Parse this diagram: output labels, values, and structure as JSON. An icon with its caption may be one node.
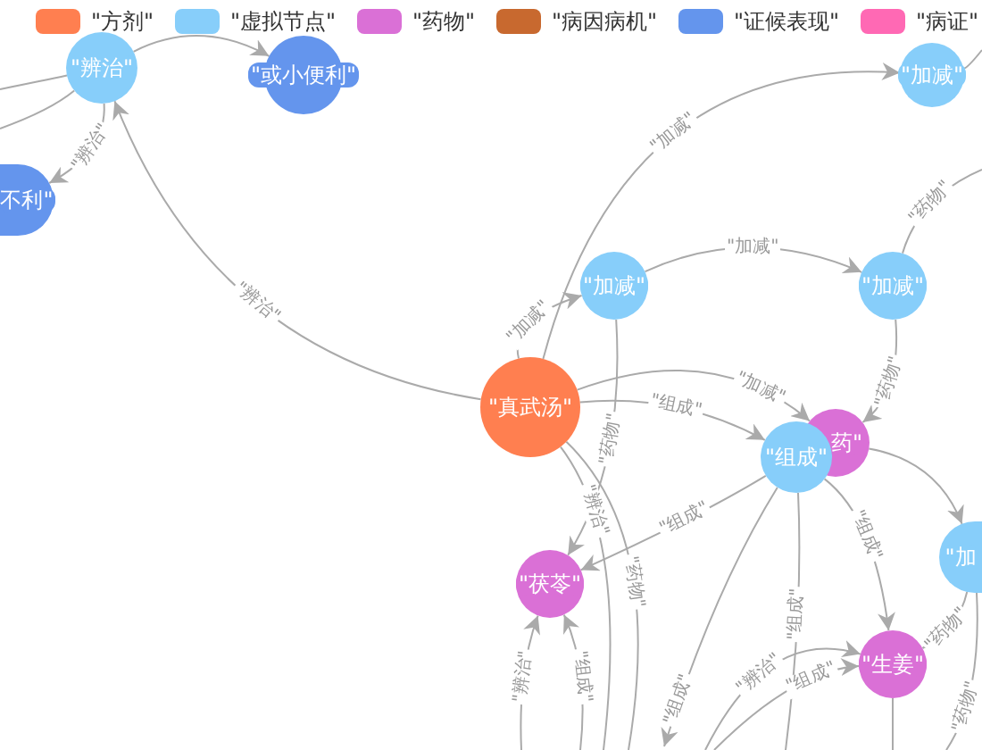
{
  "diagram": {
    "nodes": [
      {
        "text": [
          "\"辨治\""
        ]
      },
      {
        "text": [
          "\"或小便利\""
        ]
      },
      {
        "text": [
          "不利\""
        ]
      },
      {
        "text": [
          "\"加减\""
        ]
      },
      {
        "text": [
          "\"真武汤\""
        ]
      },
      {
        "text": [
          "\"加减\""
        ]
      },
      {
        "text": [
          "\"加减\""
        ]
      },
      {
        "text": [
          "药\""
        ]
      },
      {
        "text": [
          "\"组成\""
        ]
      },
      {
        "text": [
          "\"茯苓\""
        ]
      },
      {
        "text": [
          "\"生姜\""
        ]
      },
      {
        "text": [
          "\"加"
        ]
      }
    ],
    "edges": [
      {
        "from": 0,
        "to": 1,
        "arrow": "to"
      },
      {
        "from": 0,
        "to": 2,
        "arrow": "to",
        "label": "\"辨治\""
      },
      {
        "from": 0,
        "to": null,
        "arrow": "none"
      },
      {
        "from": 0,
        "to": null,
        "arrow": "none"
      },
      {
        "from": 4,
        "to": 0,
        "arrow": "to",
        "label": "\"辨治\""
      },
      {
        "from": 4,
        "to": 3,
        "arrow": "to",
        "label": "\"加减\""
      },
      {
        "from": 4,
        "to": 5,
        "arrow": "to",
        "label": "\"加减\""
      },
      {
        "from": 5,
        "to": 6,
        "arrow": "to",
        "label": "\"加减\""
      },
      {
        "from": 6,
        "to": null,
        "arrow": "none",
        "label": "\"药物\""
      },
      {
        "from": 3,
        "to": null,
        "arrow": "none"
      },
      {
        "from": 6,
        "to": 7,
        "arrow": "to",
        "label": "\"药物\""
      },
      {
        "from": 4,
        "to": 8,
        "arrow": "to",
        "label": "\"组成\""
      },
      {
        "from": 4,
        "to": 7,
        "arrow": "to",
        "label": "\"加减\""
      },
      {
        "from": 5,
        "to": 9,
        "arrow": "to",
        "label": "\"药物\""
      },
      {
        "from": 8,
        "to": 9,
        "arrow": "to",
        "label": "\"组成\""
      },
      {
        "from": 7,
        "to": 11,
        "arrow": "to"
      },
      {
        "from": 8,
        "to": 10,
        "arrow": "to",
        "label": "\"组成\""
      },
      {
        "from": 11,
        "to": 10,
        "arrow": "to",
        "label": "\"药物\""
      },
      {
        "from": 11,
        "to": null,
        "arrow": "none",
        "label": "\"药物\""
      },
      {
        "from": null,
        "to": 10,
        "arrow": "to",
        "label": "\"辨治\""
      },
      {
        "from": null,
        "to": 10,
        "arrow": "to",
        "label": "\"组成\""
      },
      {
        "from": 8,
        "to": null,
        "arrow": "to",
        "label": "\"组成\""
      },
      {
        "from": 8,
        "to": null,
        "arrow": "none",
        "label": "\"组成\""
      },
      {
        "from": 4,
        "to": null,
        "arrow": "none",
        "label": "\"辨治\""
      },
      {
        "from": 4,
        "to": null,
        "arrow": "none",
        "label": "\"药物\""
      },
      {
        "from": null,
        "to": 9,
        "arrow": "to",
        "label": "\"组成\""
      },
      {
        "from": null,
        "to": 9,
        "arrow": "to",
        "label": "\"辨治\""
      },
      {
        "from": 10,
        "to": null,
        "arrow": "none"
      }
    ],
    "legend": [
      {
        "text": "\"方剂\"",
        "color": "#ff7f50"
      },
      {
        "text": "\"虚拟节点\"",
        "color": "#87cefa"
      },
      {
        "text": "\"药物\"",
        "color": "#da70d6"
      },
      {
        "text": "\"病因病机\"",
        "color": "#c8692f"
      },
      {
        "text": "\"证候表现\"",
        "color": "#6495ed"
      },
      {
        "text": "\"病证\"",
        "color": "#ff69b4"
      }
    ]
  }
}
